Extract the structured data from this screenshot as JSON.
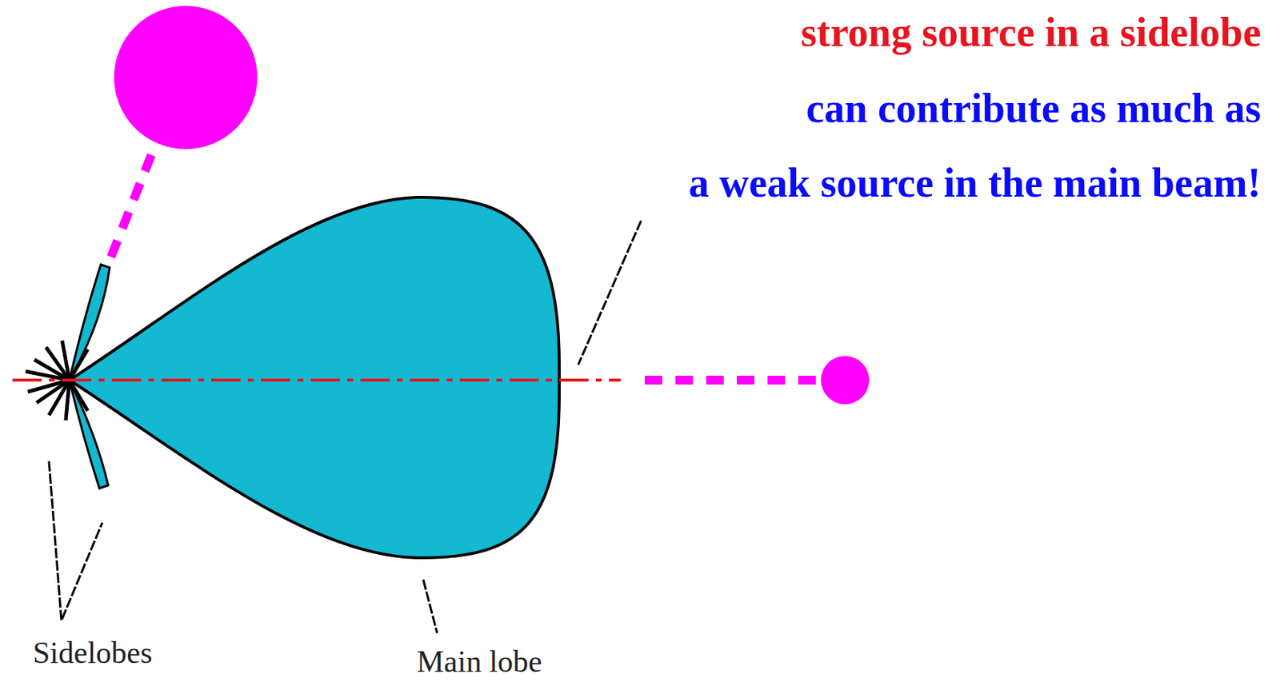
{
  "diagram": {
    "labels": [
      "strong source in a sidelobe",
      "can contribute as much as",
      "a weak source in the main beam!",
      "Sidelobes",
      "Main lobe"
    ]
  }
}
